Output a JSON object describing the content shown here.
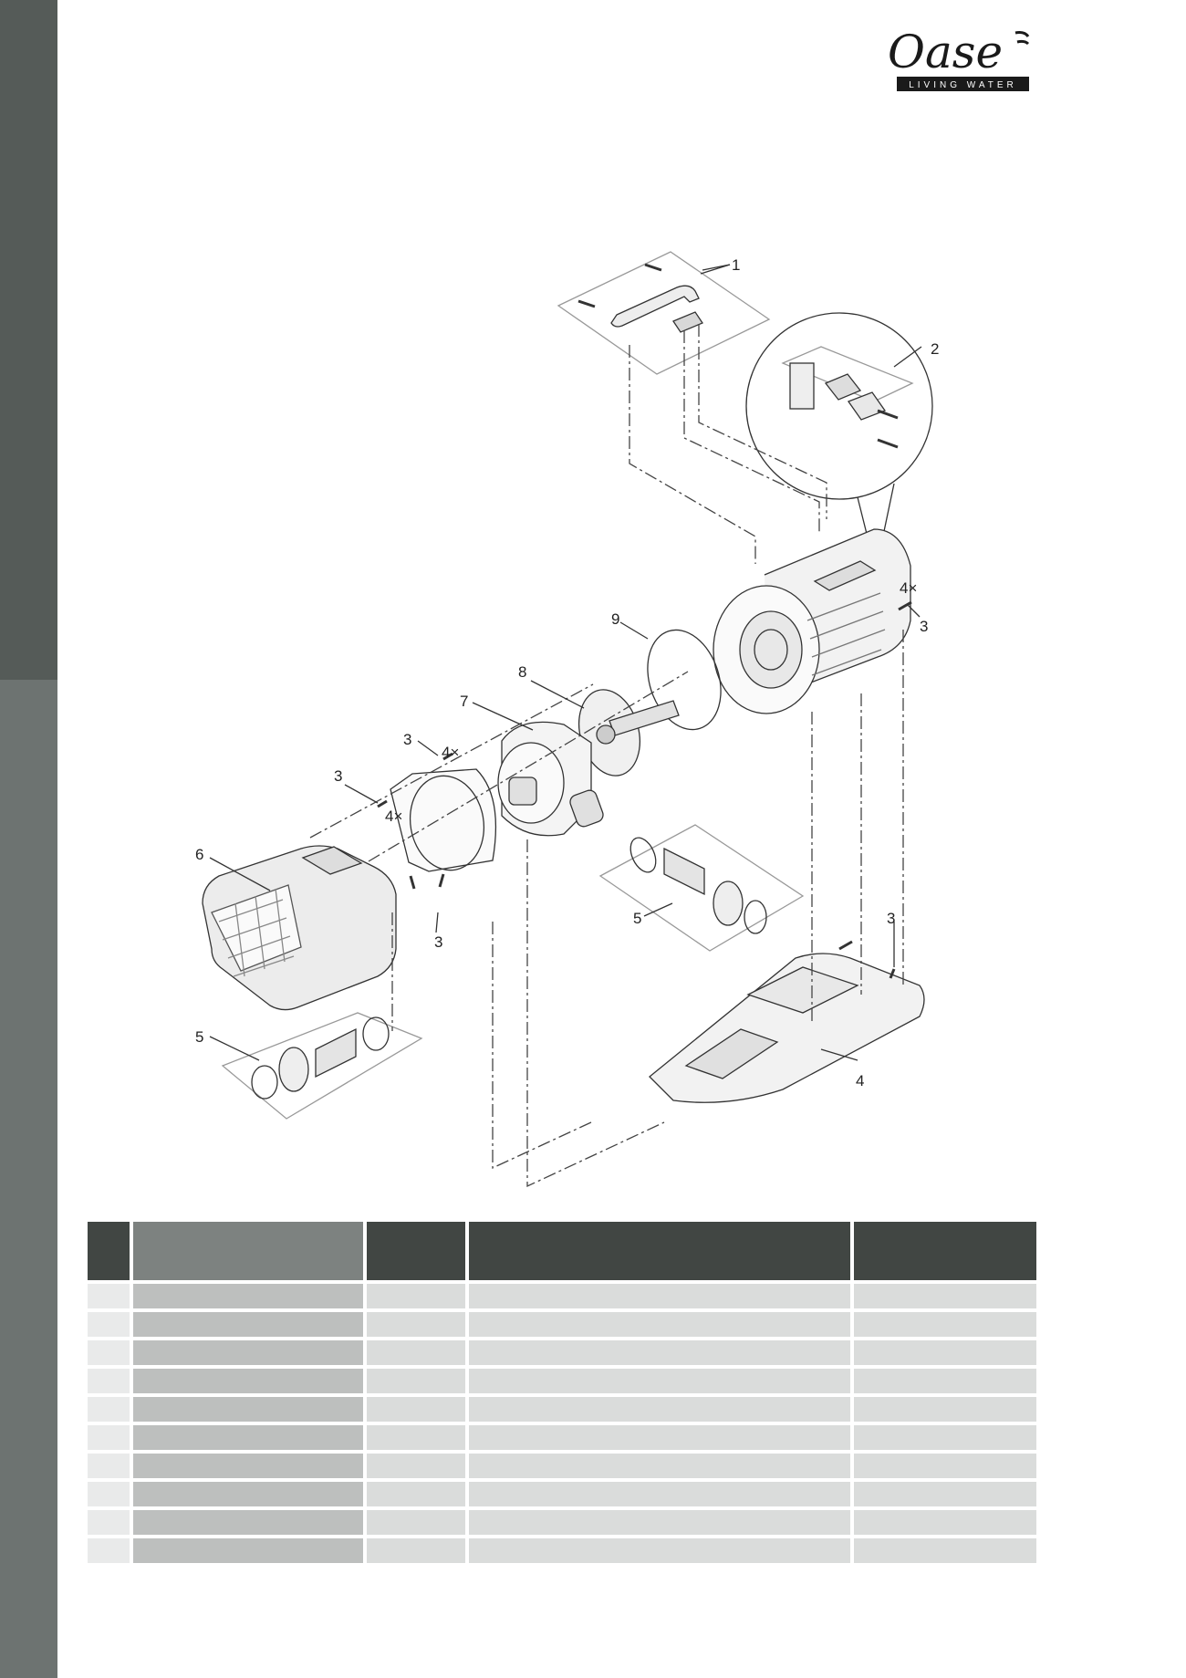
{
  "brand": {
    "name": "Oase",
    "tagline": "LIVING WATER"
  },
  "colors": {
    "sidebar_dark": "#555b58",
    "sidebar_light": "#6d7371",
    "table_header_dark": "#414643",
    "table_header_mid": "#7d8280",
    "row_light": "#dadcdb",
    "row_mid": "#bdbfbe",
    "row_pale": "#e9eaea"
  },
  "diagram": {
    "callouts": {
      "p1": "1",
      "p2": "2",
      "p3": "3",
      "p4": "4",
      "p5": "5",
      "p6": "6",
      "p7": "7",
      "p8": "8",
      "p9": "9",
      "qty": "4×"
    }
  },
  "parts_table": {
    "header": [
      "",
      "",
      "",
      "",
      ""
    ],
    "row_count": 10
  }
}
